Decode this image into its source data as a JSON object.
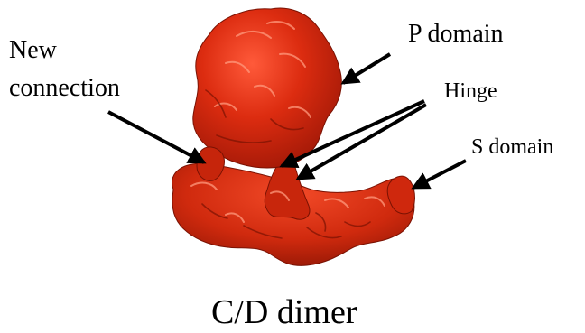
{
  "labels": {
    "new_connection_line1": "New",
    "new_connection_line2": "connection",
    "p_domain": "P domain",
    "hinge": "Hinge",
    "s_domain": "S domain",
    "caption": "C/D dimer"
  },
  "colors": {
    "structure_fill": "#d42a0e",
    "structure_shadow": "#8e1405",
    "structure_highlight": "#ff7a5e",
    "arrow": "#000000",
    "text": "#000000",
    "background": "#ffffff"
  },
  "icons": {
    "arrow": "arrow-icon"
  }
}
